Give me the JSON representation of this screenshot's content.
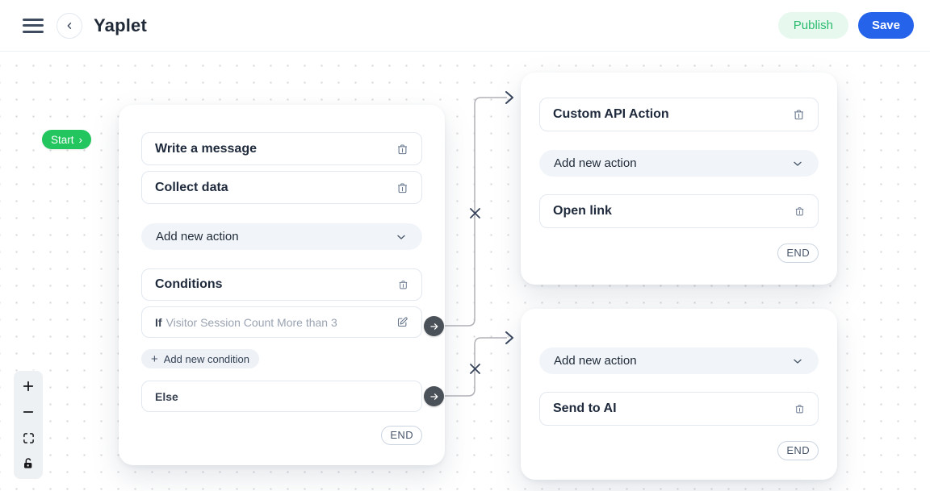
{
  "header": {
    "title": "Yaplet",
    "publish_label": "Publish",
    "save_label": "Save"
  },
  "canvas": {
    "start_label": "Start",
    "start_chevron": "›"
  },
  "main_node": {
    "actions": [
      "Write a message",
      "Collect data"
    ],
    "add_action_label": "Add new action",
    "conditions_title": "Conditions",
    "condition_if_prefix": "If",
    "condition_if_text": "Visitor Session Count More than 3",
    "add_condition_plus": "+",
    "add_condition_label": "Add new condition",
    "else_label": "Else",
    "end_label": "END"
  },
  "top_node": {
    "action1": "Custom API Action",
    "add_action_label": "Add new action",
    "action2": "Open link",
    "end_label": "END"
  },
  "bottom_node": {
    "add_action_label": "Add new action",
    "action": "Send to AI",
    "end_label": "END"
  },
  "icons": {
    "menu": "hamburger-icon",
    "back": "chevron-left-icon",
    "delete": "trash-icon",
    "expand": "chevron-down-icon",
    "edit": "edit-pencil-icon",
    "connector": "arrow-right-icon",
    "zoom_in": "plus-icon",
    "zoom_out": "minus-icon",
    "fit_view": "fit-view-icon",
    "lock": "unlock-icon"
  },
  "colors": {
    "accent-green": "#22c55e",
    "publish-bg": "#e7f8ef",
    "publish-text": "#2abb6e",
    "save-bg": "#2563eb",
    "edge-line": "#b1b1b7",
    "edge-dark": "#37445c",
    "text-dark": "#1e293b",
    "text-gray": "#9aa3b2",
    "row-border": "#e2e8f0",
    "pill-bg": "#f1f5f9",
    "icon-gray": "#64748b"
  }
}
